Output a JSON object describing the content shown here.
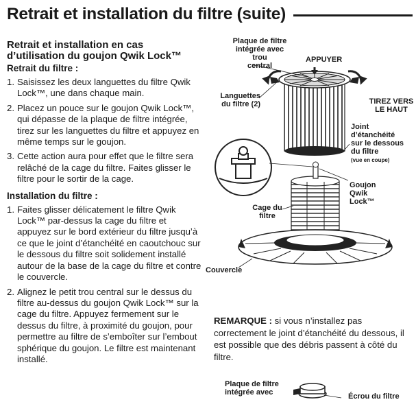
{
  "page_title": "Retrait et installation du filtre (suite)",
  "section": {
    "title_line1": "Retrait et installation en cas",
    "title_line2": "d’utilisation du goujon Qwik Lock™"
  },
  "removal": {
    "heading": "Retrait du filtre :",
    "steps": [
      {
        "num": "1.",
        "text": "Saisissez les deux languettes du filtre Qwik Lock™, une dans chaque main."
      },
      {
        "num": "2.",
        "text": "Placez un pouce sur le goujon Qwik Lock™, qui dépasse de la plaque de filtre intégrée, tirez sur les languettes du filtre et appuyez en même temps sur le goujon."
      },
      {
        "num": "3.",
        "text": "Cette action aura pour effet que le filtre sera relâché de la cage du filtre. Faites glisser le filtre pour le sortir de la cage."
      }
    ]
  },
  "installation": {
    "heading": "Installation du filtre :",
    "steps": [
      {
        "num": "1.",
        "text": "Faites glisser délicatement le filtre Qwik Lock™ par-dessus la cage du filtre et appuyez sur le bord extérieur du filtre jusqu’à ce que le joint d’étanchéité en caoutchouc sur le dessous du filtre soit solidement installé autour de la base de la cage du filtre et contre le couvercle."
      },
      {
        "num": "2.",
        "text": "Alignez le petit trou central sur le dessus du filtre au-dessus du goujon Qwik Lock™ sur la cage du filtre. Appuyez fermement sur le dessus du filtre, à proximité du goujon, pour permettre au filtre de s’emboîter sur l’embout sphérique du goujon. Le filtre est maintenant installé."
      }
    ]
  },
  "diagram_labels": {
    "plate_1": "Plaque de filtre",
    "plate_2": "intégrée avec trou",
    "plate_3": "central",
    "press": "APPUYER",
    "tabs_1": "Languettes",
    "tabs_2": "du filtre (2)",
    "pull_1": "TIREZ VERS",
    "pull_2": "LE HAUT",
    "seal_1": "Joint",
    "seal_2": "d’étanchéité",
    "seal_3": "sur le dessous",
    "seal_4": "du filtre",
    "seal_5": "(vue en coupe)",
    "stud_1": "Goujon",
    "stud_2": "Qwik",
    "stud_3": "Lock™",
    "cage_1": "Cage du",
    "cage_2": "filtre",
    "lid": "Couvercle"
  },
  "remark": {
    "label": "REMARQUE :",
    "text": " si vous n’installez pas correctement le joint d’étanchéité du dessous, il est possible que des débris passent à côté du filtre."
  },
  "bottom_labels": {
    "plate_1": "Plaque de filtre",
    "plate_2": "intégrée avec",
    "nut": "Écrou du filtre"
  }
}
